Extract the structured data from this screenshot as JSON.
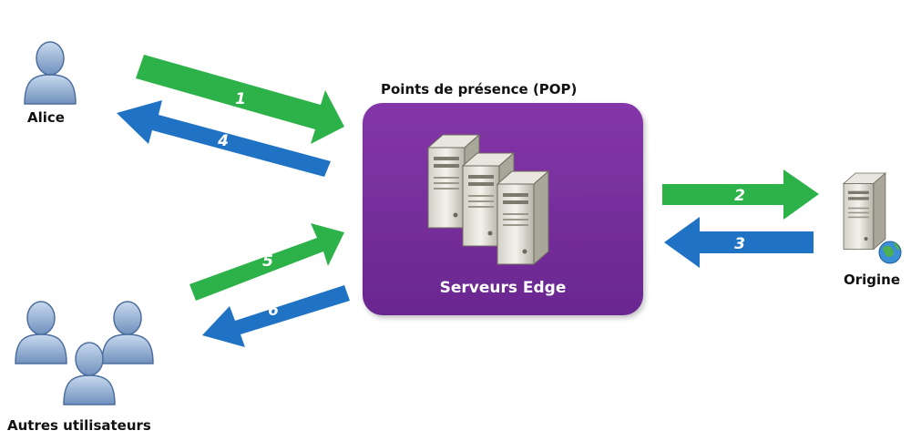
{
  "title": "Points de présence (POP)",
  "nodes": {
    "alice": "Alice",
    "others": "Autres utilisateurs",
    "edge": "Serveurs Edge",
    "origin": "Origine"
  },
  "arrows": {
    "a1": "1",
    "a2": "2",
    "a3": "3",
    "a4": "4",
    "a5": "5",
    "a6": "6"
  },
  "colors": {
    "request": "#2db24a",
    "response": "#1f72c4",
    "pop_box": "#7a2e9e"
  }
}
